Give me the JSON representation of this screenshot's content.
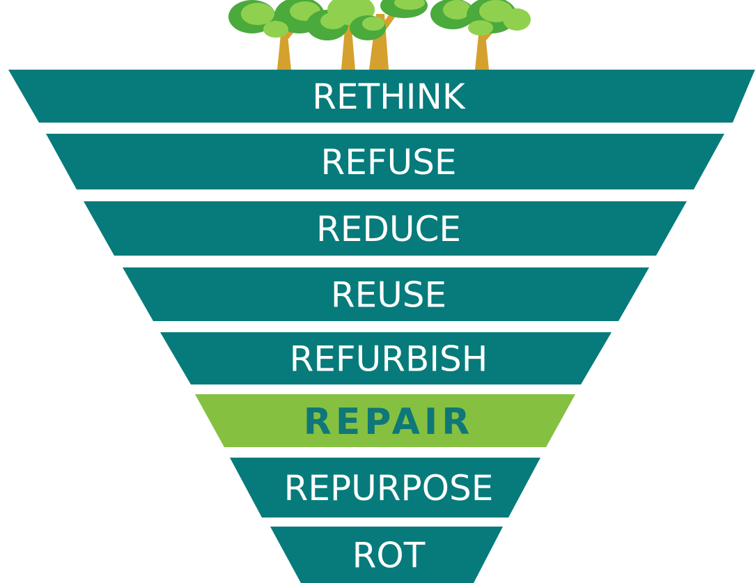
{
  "colors": {
    "teal": "#077b7b",
    "highlight": "#85c041",
    "highlight_text": "#0f7778",
    "label": "#ffffff",
    "trunk": "#d4a12e",
    "leaf_light": "#8fd14f",
    "leaf_dark": "#4aaa3c"
  },
  "decoration": {
    "top_icon": "trees-icon"
  },
  "levels": [
    {
      "label": "RETHINK",
      "highlight": false
    },
    {
      "label": "REFUSE",
      "highlight": false
    },
    {
      "label": "REDUCE",
      "highlight": false
    },
    {
      "label": "REUSE",
      "highlight": false
    },
    {
      "label": "REFURBISH",
      "highlight": false
    },
    {
      "label": "REPAIR",
      "highlight": true
    },
    {
      "label": "REPURPOSE",
      "highlight": false
    },
    {
      "label": "ROT",
      "highlight": false
    }
  ]
}
